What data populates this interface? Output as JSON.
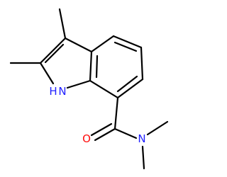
{
  "molecule": {
    "atoms": {
      "nh": {
        "label": "N",
        "sublabel": "H",
        "color": "#1f1fff"
      },
      "carbonyl_o": {
        "label": "O",
        "color": "#ff0d0d"
      },
      "amide_n": {
        "label": "N",
        "color": "#1f1fff"
      }
    },
    "bond_color": "#000000"
  }
}
